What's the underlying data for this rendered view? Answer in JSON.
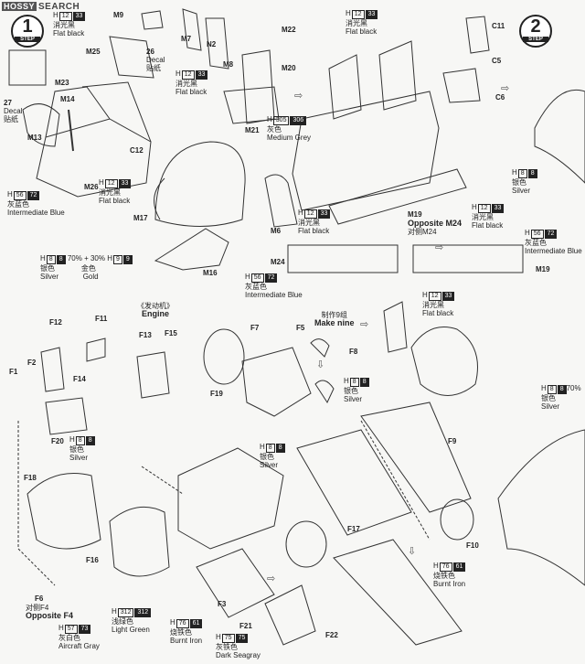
{
  "brand": {
    "logo": "HOSSY",
    "text": "SEARCH"
  },
  "steps": [
    {
      "word": "STEP",
      "number": "1"
    },
    {
      "word": "STEP",
      "number": "2"
    }
  ],
  "paints": {
    "flat_black_33": {
      "h": "H",
      "c1": "12",
      "c2": "33",
      "cn": "消光黑",
      "en": "Flat black"
    },
    "medium_gray": {
      "h": "H",
      "c1": "305",
      "c2": "306",
      "cn": "灰色",
      "en": "Medium Grey"
    },
    "intermediate_blue": {
      "h": "H",
      "c1": "56",
      "c2": "72",
      "cn": "灰蓝色",
      "en": "Intermediate Blue"
    },
    "silver": {
      "h": "H",
      "c1": "8",
      "c2": "8",
      "cn": "银色",
      "en": "Silver"
    },
    "silver_gold_mix": {
      "h": "H",
      "c1": "8",
      "c2": "8",
      "mid": "70% + 30%",
      "h2": "H",
      "c3": "9",
      "c4": "9",
      "cn1": "银色",
      "en1": "Silver",
      "cn2": "金色",
      "en2": "Gold"
    },
    "silver_70": {
      "h": "H",
      "c1": "8",
      "c2": "8",
      "extra": "70%",
      "cn": "银色",
      "en": "Silver"
    },
    "burnt_iron": {
      "h": "H",
      "c1": "76",
      "c2": "61",
      "cn": "烧铁色",
      "en": "Burnt Iron"
    },
    "light_green": {
      "h": "H",
      "c1": "312",
      "c2": "312",
      "cn": "浅绿色",
      "en": "Light Green"
    },
    "aircraft_gray": {
      "h": "H",
      "c1": "57",
      "c2": "73",
      "cn": "灰白色",
      "en": "Aircraft Gray"
    },
    "dark_seagray": {
      "h": "H",
      "c1": "75",
      "c2": "75",
      "cn": "灰铁色",
      "en": "Dark Seagray"
    }
  },
  "decals": [
    {
      "cn": "贴纸",
      "en": "Decal",
      "num": "26"
    },
    {
      "cn": "贴纸",
      "en": "Decal",
      "num": "27"
    }
  ],
  "engine": {
    "cn": "《发动机》",
    "en": "Engine"
  },
  "nozzle": {
    "cn": "制作9组",
    "en": "Make nine"
  },
  "opposite": {
    "m24_en": "Opposite M24",
    "m24_cn": "对侧M24",
    "f4_cn": "对侧F4",
    "f4_en": "Opposite F4"
  },
  "parts": {
    "m9": "M9",
    "m25": "M25",
    "m23": "M23",
    "m14": "M14",
    "m13": "M13",
    "c12": "C12",
    "m26": "M26",
    "m7": "M7",
    "n2": "N2",
    "m8": "M8",
    "m22": "M22",
    "m20": "M20",
    "m21": "M21",
    "c11": "C11",
    "c5": "C5",
    "c6": "C6",
    "m17": "M17",
    "m16": "M16",
    "m6": "M6",
    "m19": "M19",
    "m24": "M24",
    "m19b": "M19",
    "f12": "F12",
    "f11": "F11",
    "f2": "F2",
    "f1": "F1",
    "f14": "F14",
    "f13": "F13",
    "f15": "F15",
    "f20": "F20",
    "f7": "F7",
    "f5": "F5",
    "f8": "F8",
    "f19": "F19",
    "f18": "F18",
    "f16": "F16",
    "f6": "F6",
    "f9": "F9",
    "f17": "F17",
    "f10": "F10",
    "f3": "F3",
    "f21": "F21",
    "f22": "F22"
  }
}
